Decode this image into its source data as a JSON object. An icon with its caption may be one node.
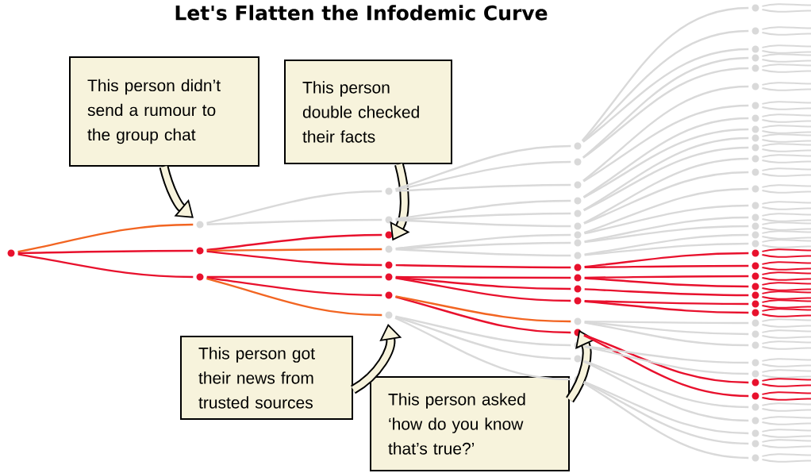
{
  "diagram": {
    "title": "Let's Flatten the Infodemic Curve",
    "nodes": [
      {
        "text": [
          "This person didn’t send a rumour to the group chat"
        ]
      },
      {
        "text": [
          "This person double checked their facts"
        ]
      },
      {
        "text": [
          "This person got their news from trusted sources"
        ]
      },
      {
        "text": [
          "This person asked ‘how do you know that’s true?’"
        ]
      },
      {
        "text": [],
        "shape": "circle"
      },
      {
        "text": [],
        "shape": "circle"
      },
      {
        "text": [],
        "shape": "circle"
      },
      {
        "text": [],
        "shape": "circle"
      },
      {
        "text": [],
        "shape": "circle"
      },
      {
        "text": [],
        "shape": "circle"
      },
      {
        "text": [],
        "shape": "circle"
      },
      {
        "text": [],
        "shape": "circle"
      },
      {
        "text": [],
        "shape": "circle"
      },
      {
        "text": [],
        "shape": "circle"
      },
      {
        "text": [],
        "shape": "circle"
      },
      {
        "text": [],
        "shape": "circle"
      },
      {
        "text": [],
        "shape": "circle"
      },
      {
        "text": [],
        "shape": "circle"
      },
      {
        "text": [],
        "shape": "circle"
      },
      {
        "text": [],
        "shape": "circle"
      },
      {
        "text": [],
        "shape": "circle"
      },
      {
        "text": [],
        "shape": "circle"
      },
      {
        "text": [],
        "shape": "circle"
      },
      {
        "text": [],
        "shape": "circle"
      },
      {
        "text": [],
        "shape": "circle"
      },
      {
        "text": [],
        "shape": "circle"
      },
      {
        "text": [],
        "shape": "circle"
      },
      {
        "text": [],
        "shape": "circle"
      },
      {
        "text": [],
        "shape": "circle"
      },
      {
        "text": [],
        "shape": "circle"
      },
      {
        "text": [],
        "shape": "circle"
      },
      {
        "text": [],
        "shape": "circle"
      },
      {
        "text": [],
        "shape": "circle"
      },
      {
        "text": [],
        "shape": "circle"
      },
      {
        "text": [],
        "shape": "circle"
      },
      {
        "text": [],
        "shape": "circle"
      },
      {
        "text": [],
        "shape": "circle"
      },
      {
        "text": [],
        "shape": "circle"
      },
      {
        "text": [],
        "shape": "circle"
      },
      {
        "text": [],
        "shape": "circle"
      },
      {
        "text": [],
        "shape": "circle"
      },
      {
        "text": [],
        "shape": "circle"
      },
      {
        "text": [],
        "shape": "circle"
      },
      {
        "text": [],
        "shape": "circle"
      },
      {
        "text": [],
        "shape": "circle"
      },
      {
        "text": [],
        "shape": "circle"
      },
      {
        "text": [],
        "shape": "circle"
      },
      {
        "text": [],
        "shape": "circle"
      },
      {
        "text": [],
        "shape": "circle"
      },
      {
        "text": [],
        "shape": "circle"
      },
      {
        "text": [],
        "shape": "circle"
      },
      {
        "text": [],
        "shape": "circle"
      },
      {
        "text": [],
        "shape": "circle"
      },
      {
        "text": [],
        "shape": "circle"
      },
      {
        "text": [],
        "shape": "circle"
      },
      {
        "text": [],
        "shape": "circle"
      },
      {
        "text": [],
        "shape": "circle"
      },
      {
        "text": [],
        "shape": "circle"
      },
      {
        "text": [],
        "shape": "circle"
      },
      {
        "text": [],
        "shape": "circle"
      },
      {
        "text": [],
        "shape": "circle"
      },
      {
        "text": [],
        "shape": "circle"
      },
      {
        "text": [],
        "shape": "circle"
      },
      {
        "text": [],
        "shape": "circle"
      },
      {
        "text": [],
        "shape": "circle"
      },
      {
        "text": [],
        "shape": "circle"
      },
      {
        "text": [],
        "shape": "circle"
      },
      {
        "text": [],
        "shape": "circle"
      },
      {
        "text": [],
        "shape": "circle"
      },
      {
        "text": [],
        "shape": "circle"
      },
      {
        "text": [],
        "shape": "circle"
      },
      {
        "text": [],
        "shape": "circle"
      }
    ],
    "edges": [
      {
        "from": 0,
        "to": 5,
        "arrow": "to",
        "style": "thick",
        "color": "#000000"
      },
      {
        "from": 1,
        "to": 11,
        "arrow": "to",
        "style": "thick",
        "color": "#000000"
      },
      {
        "from": 2,
        "to": 15,
        "arrow": "to",
        "style": "thick",
        "color": "#000000"
      },
      {
        "from": 3,
        "to": 29,
        "arrow": "to",
        "style": "thick",
        "color": "#000000"
      },
      {
        "from": 4,
        "to": 5,
        "arrow": "none",
        "color": "#f26522"
      },
      {
        "from": 4,
        "to": 6,
        "arrow": "none",
        "color": "#e8112d"
      },
      {
        "from": 4,
        "to": 7,
        "arrow": "none",
        "color": "#e8112d"
      },
      {
        "from": 5,
        "to": 8,
        "arrow": "none"
      },
      {
        "from": 5,
        "to": 9,
        "arrow": "none"
      },
      {
        "from": 6,
        "to": 10,
        "arrow": "none",
        "color": "#e8112d"
      },
      {
        "from": 6,
        "to": 11,
        "arrow": "none",
        "color": "#f26522"
      },
      {
        "from": 6,
        "to": 12,
        "arrow": "none",
        "color": "#e8112d"
      },
      {
        "from": 7,
        "to": 13,
        "arrow": "none",
        "color": "#e8112d"
      },
      {
        "from": 7,
        "to": 14,
        "arrow": "none",
        "color": "#e8112d"
      },
      {
        "from": 7,
        "to": 15,
        "arrow": "none",
        "color": "#f26522"
      },
      {
        "from": 8,
        "to": 16,
        "arrow": "none"
      },
      {
        "from": 8,
        "to": 17,
        "arrow": "none"
      },
      {
        "from": 8,
        "to": 18,
        "arrow": "none"
      },
      {
        "from": 9,
        "to": 19,
        "arrow": "none"
      },
      {
        "from": 9,
        "to": 20,
        "arrow": "none"
      },
      {
        "from": 9,
        "to": 21,
        "arrow": "none"
      },
      {
        "from": 11,
        "to": 22,
        "arrow": "none"
      },
      {
        "from": 11,
        "to": 23,
        "arrow": "none"
      },
      {
        "from": 11,
        "to": 24,
        "arrow": "none"
      },
      {
        "from": 12,
        "to": 25,
        "arrow": "none",
        "color": "#e8112d"
      },
      {
        "from": 13,
        "to": 26,
        "arrow": "none",
        "color": "#e8112d"
      },
      {
        "from": 13,
        "to": 27,
        "arrow": "none",
        "color": "#e8112d"
      },
      {
        "from": 13,
        "to": 28,
        "arrow": "none",
        "color": "#e8112d"
      },
      {
        "from": 14,
        "to": 30,
        "arrow": "none",
        "color": "#e8112d"
      },
      {
        "from": 14,
        "to": 29,
        "arrow": "none",
        "color": "#f26522"
      },
      {
        "from": 15,
        "to": 31,
        "arrow": "none"
      },
      {
        "from": 15,
        "to": 32,
        "arrow": "none"
      },
      {
        "from": 15,
        "to": 33,
        "arrow": "none"
      },
      {
        "from": 16,
        "to": 34,
        "arrow": "none"
      },
      {
        "from": 16,
        "to": 35,
        "arrow": "none"
      },
      {
        "from": 16,
        "to": 36,
        "arrow": "none"
      },
      {
        "from": 17,
        "to": 37,
        "arrow": "none"
      },
      {
        "from": 17,
        "to": 38,
        "arrow": "none"
      },
      {
        "from": 18,
        "to": 39,
        "arrow": "none"
      },
      {
        "from": 18,
        "to": 40,
        "arrow": "none"
      },
      {
        "from": 19,
        "to": 41,
        "arrow": "none"
      },
      {
        "from": 19,
        "to": 42,
        "arrow": "none"
      },
      {
        "from": 20,
        "to": 43,
        "arrow": "none"
      },
      {
        "from": 20,
        "to": 44,
        "arrow": "none"
      },
      {
        "from": 21,
        "to": 45,
        "arrow": "none"
      },
      {
        "from": 21,
        "to": 46,
        "arrow": "none"
      },
      {
        "from": 22,
        "to": 47,
        "arrow": "none"
      },
      {
        "from": 22,
        "to": 48,
        "arrow": "none"
      },
      {
        "from": 23,
        "to": 49,
        "arrow": "none"
      },
      {
        "from": 23,
        "to": 50,
        "arrow": "none"
      },
      {
        "from": 24,
        "to": 51,
        "arrow": "none"
      },
      {
        "from": 24,
        "to": 52,
        "arrow": "none"
      },
      {
        "from": 25,
        "to": 53,
        "arrow": "none",
        "color": "#e8112d"
      },
      {
        "from": 25,
        "to": 54,
        "arrow": "none",
        "color": "#e8112d"
      },
      {
        "from": 26,
        "to": 55,
        "arrow": "none",
        "color": "#e8112d"
      },
      {
        "from": 26,
        "to": 56,
        "arrow": "none",
        "color": "#e8112d"
      },
      {
        "from": 27,
        "to": 57,
        "arrow": "none",
        "color": "#e8112d"
      },
      {
        "from": 28,
        "to": 58,
        "arrow": "none",
        "color": "#e8112d"
      },
      {
        "from": 28,
        "to": 59,
        "arrow": "none",
        "color": "#e8112d"
      },
      {
        "from": 29,
        "to": 60,
        "arrow": "none"
      },
      {
        "from": 29,
        "to": 61,
        "arrow": "none"
      },
      {
        "from": 29,
        "to": 62,
        "arrow": "none"
      },
      {
        "from": 30,
        "to": 65,
        "arrow": "none",
        "color": "#e8112d"
      },
      {
        "from": 30,
        "to": 66,
        "arrow": "none",
        "color": "#e8112d"
      },
      {
        "from": 31,
        "to": 63,
        "arrow": "none"
      },
      {
        "from": 31,
        "to": 64,
        "arrow": "none"
      },
      {
        "from": 32,
        "to": 67,
        "arrow": "none"
      },
      {
        "from": 32,
        "to": 68,
        "arrow": "none"
      },
      {
        "from": 33,
        "to": 69,
        "arrow": "none"
      },
      {
        "from": 33,
        "to": 70,
        "arrow": "none"
      },
      {
        "from": 33,
        "to": 71,
        "arrow": "none"
      },
      {
        "from": 34,
        "to": null,
        "arrow": "none"
      },
      {
        "from": 34,
        "to": null,
        "arrow": "none"
      },
      {
        "from": 35,
        "to": null,
        "arrow": "none"
      },
      {
        "from": 35,
        "to": null,
        "arrow": "none"
      },
      {
        "from": 36,
        "to": null,
        "arrow": "none"
      },
      {
        "from": 36,
        "to": null,
        "arrow": "none"
      },
      {
        "from": 37,
        "to": null,
        "arrow": "none"
      },
      {
        "from": 37,
        "to": null,
        "arrow": "none"
      },
      {
        "from": 38,
        "to": null,
        "arrow": "none"
      },
      {
        "from": 38,
        "to": null,
        "arrow": "none"
      },
      {
        "from": 39,
        "to": null,
        "arrow": "none"
      },
      {
        "from": 39,
        "to": null,
        "arrow": "none"
      },
      {
        "from": 40,
        "to": null,
        "arrow": "none"
      },
      {
        "from": 40,
        "to": null,
        "arrow": "none"
      },
      {
        "from": 41,
        "to": null,
        "arrow": "none"
      },
      {
        "from": 41,
        "to": null,
        "arrow": "none"
      },
      {
        "from": 42,
        "to": null,
        "arrow": "none"
      },
      {
        "from": 42,
        "to": null,
        "arrow": "none"
      },
      {
        "from": 43,
        "to": null,
        "arrow": "none"
      },
      {
        "from": 43,
        "to": null,
        "arrow": "none"
      },
      {
        "from": 44,
        "to": null,
        "arrow": "none"
      },
      {
        "from": 44,
        "to": null,
        "arrow": "none"
      },
      {
        "from": 45,
        "to": null,
        "arrow": "none"
      },
      {
        "from": 45,
        "to": null,
        "arrow": "none"
      },
      {
        "from": 46,
        "to": null,
        "arrow": "none"
      },
      {
        "from": 46,
        "to": null,
        "arrow": "none"
      },
      {
        "from": 47,
        "to": null,
        "arrow": "none"
      },
      {
        "from": 47,
        "to": null,
        "arrow": "none"
      },
      {
        "from": 48,
        "to": null,
        "arrow": "none"
      },
      {
        "from": 48,
        "to": null,
        "arrow": "none"
      },
      {
        "from": 49,
        "to": null,
        "arrow": "none"
      },
      {
        "from": 49,
        "to": null,
        "arrow": "none"
      },
      {
        "from": 50,
        "to": null,
        "arrow": "none"
      },
      {
        "from": 50,
        "to": null,
        "arrow": "none"
      },
      {
        "from": 51,
        "to": null,
        "arrow": "none"
      },
      {
        "from": 51,
        "to": null,
        "arrow": "none"
      },
      {
        "from": 52,
        "to": null,
        "arrow": "none"
      },
      {
        "from": 52,
        "to": null,
        "arrow": "none"
      },
      {
        "from": 53,
        "to": null,
        "arrow": "none",
        "color": "#e8112d"
      },
      {
        "from": 53,
        "to": null,
        "arrow": "none",
        "color": "#e8112d"
      },
      {
        "from": 54,
        "to": null,
        "arrow": "none",
        "color": "#e8112d"
      },
      {
        "from": 54,
        "to": null,
        "arrow": "none",
        "color": "#e8112d"
      },
      {
        "from": 55,
        "to": null,
        "arrow": "none",
        "color": "#e8112d"
      },
      {
        "from": 55,
        "to": null,
        "arrow": "none",
        "color": "#e8112d"
      },
      {
        "from": 56,
        "to": null,
        "arrow": "none",
        "color": "#e8112d"
      },
      {
        "from": 56,
        "to": null,
        "arrow": "none",
        "color": "#e8112d"
      },
      {
        "from": 57,
        "to": null,
        "arrow": "none",
        "color": "#e8112d"
      },
      {
        "from": 57,
        "to": null,
        "arrow": "none",
        "color": "#e8112d"
      },
      {
        "from": 58,
        "to": null,
        "arrow": "none",
        "color": "#e8112d"
      },
      {
        "from": 58,
        "to": null,
        "arrow": "none",
        "color": "#e8112d"
      },
      {
        "from": 59,
        "to": null,
        "arrow": "none",
        "color": "#e8112d"
      },
      {
        "from": 59,
        "to": null,
        "arrow": "none",
        "color": "#e8112d"
      },
      {
        "from": 60,
        "to": null,
        "arrow": "none"
      },
      {
        "from": 60,
        "to": null,
        "arrow": "none"
      },
      {
        "from": 61,
        "to": null,
        "arrow": "none"
      },
      {
        "from": 61,
        "to": null,
        "arrow": "none"
      },
      {
        "from": 62,
        "to": null,
        "arrow": "none"
      },
      {
        "from": 62,
        "to": null,
        "arrow": "none"
      },
      {
        "from": 63,
        "to": null,
        "arrow": "none"
      },
      {
        "from": 63,
        "to": null,
        "arrow": "none"
      },
      {
        "from": 64,
        "to": null,
        "arrow": "none"
      },
      {
        "from": 64,
        "to": null,
        "arrow": "none"
      },
      {
        "from": 65,
        "to": null,
        "arrow": "none",
        "color": "#e8112d"
      },
      {
        "from": 65,
        "to": null,
        "arrow": "none",
        "color": "#e8112d"
      },
      {
        "from": 66,
        "to": null,
        "arrow": "none",
        "color": "#e8112d"
      },
      {
        "from": 66,
        "to": null,
        "arrow": "none",
        "color": "#e8112d"
      },
      {
        "from": 67,
        "to": null,
        "arrow": "none"
      },
      {
        "from": 67,
        "to": null,
        "arrow": "none"
      },
      {
        "from": 68,
        "to": null,
        "arrow": "none"
      },
      {
        "from": 68,
        "to": null,
        "arrow": "none"
      },
      {
        "from": 69,
        "to": null,
        "arrow": "none"
      },
      {
        "from": 69,
        "to": null,
        "arrow": "none"
      },
      {
        "from": 70,
        "to": null,
        "arrow": "none"
      },
      {
        "from": 70,
        "to": null,
        "arrow": "none"
      },
      {
        "from": 71,
        "to": null,
        "arrow": "none"
      },
      {
        "from": 71,
        "to": null,
        "arrow": "none"
      }
    ]
  }
}
